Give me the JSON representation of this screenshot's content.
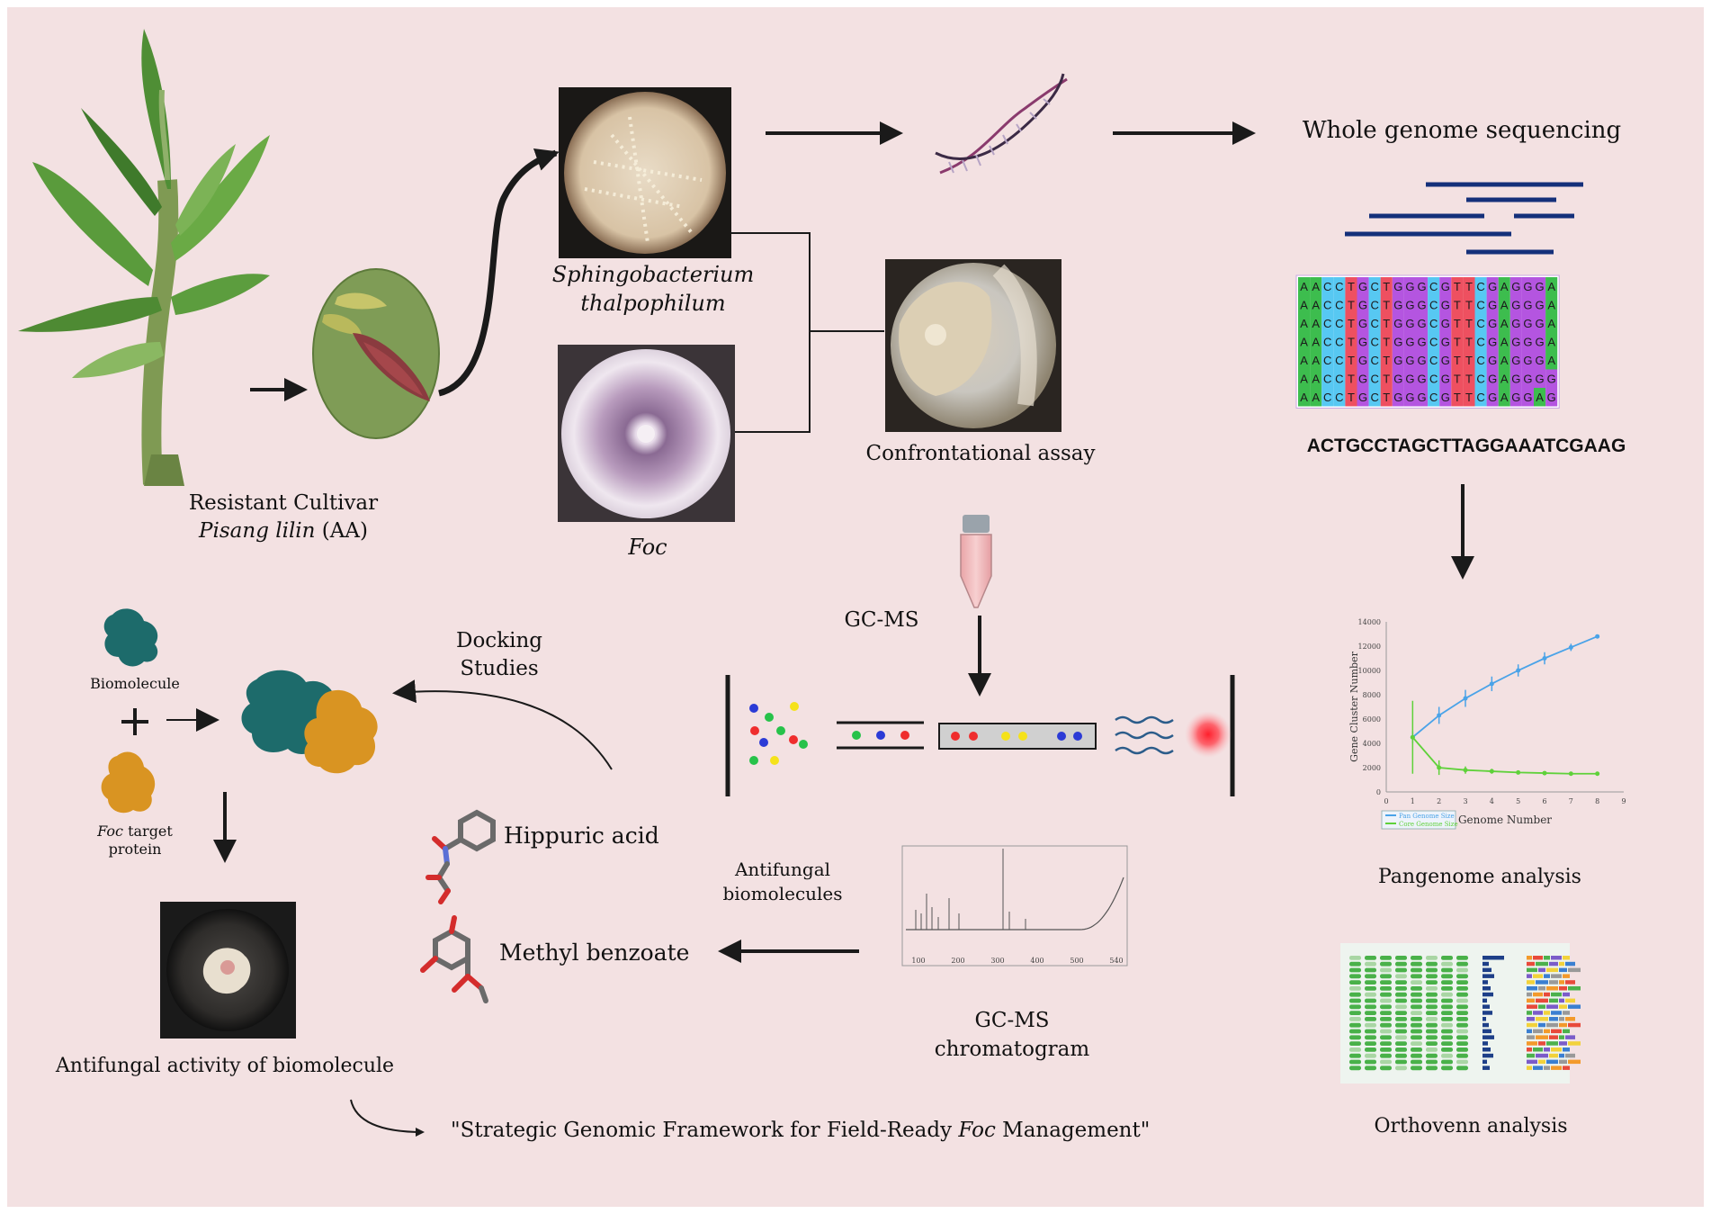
{
  "cultivar": {
    "line1": "Resistant Cultivar",
    "name_italic": "Pisang lilin",
    "name_suffix": " (AA)"
  },
  "bacterium": {
    "line1": "Sphingobacterium",
    "line2": "thalpophilum"
  },
  "foc_label": "Foc",
  "confrontational_label": "Confrontational assay",
  "wgs_title": "Whole genome sequencing",
  "sequence_rows": [
    "AACCTGCTGGGCGTTCGAGGGA",
    "AACCTGCTGGGCGTTCGAGGGA",
    "AACCTGCTGGGCGTTCGAGGGA",
    "AACCTGCTGGGCGTTCGAGGGA",
    "AACCTGCTGGGCGTTCGAGGGA",
    "AACCTGCTGGGCGTTCGAGGGG",
    "AACCTGCTGGGCGTTCGAGGAG"
  ],
  "consensus_sequence": "ACTGCCTAGCTTAGGAAATCGAAG",
  "gcms_label": "GC-MS",
  "docking": {
    "line1": "Docking",
    "line2": "Studies"
  },
  "biomolecule_label": "Biomolecule",
  "foc_target": {
    "italic": "Foc",
    "rest": " target",
    "line2": "protein"
  },
  "compounds": [
    "Hippuric acid",
    "Methyl benzoate"
  ],
  "antifungal_biomolecules": {
    "line1": "Antifungal",
    "line2": "biomolecules"
  },
  "chromatogram": {
    "line1": "GC-MS",
    "line2": "chromatogram",
    "x_ticks": [
      "100",
      "200",
      "300",
      "400",
      "500",
      "540"
    ]
  },
  "antifungal_activity_label": "Antifungal activity of biomolecule",
  "conclusion": {
    "before": "\"Strategic Genomic Framework for Field-Ready ",
    "italic": "Foc",
    "after": " Management\""
  },
  "pangenome_label": "Pangenome analysis",
  "orthovenn_label": "Orthovenn analysis",
  "colors": {
    "background": "#f3e1e2",
    "arrow": "#1a1a1a",
    "read_line": "#14307a",
    "teal_protein": "#1d6b6b",
    "orange_protein": "#d99422",
    "pan_line": "#4aa3e8",
    "core_line": "#5fd13a",
    "base_A": "#3dbd4e",
    "base_C": "#57c8f2",
    "base_G": "#b455e0",
    "base_T": "#ee5060"
  },
  "chart_data": {
    "type": "line",
    "xlabel": "Genome Number",
    "ylabel": "Gene Cluster Number",
    "x_ticks": [
      0,
      1,
      2,
      3,
      4,
      5,
      6,
      7,
      8,
      9
    ],
    "y_ticks": [
      0,
      2000,
      4000,
      6000,
      8000,
      10000,
      12000,
      14000
    ],
    "xlim": [
      0,
      9
    ],
    "ylim": [
      0,
      14000
    ],
    "series": [
      {
        "name": "Pan Genome Size",
        "x": [
          1,
          2,
          3,
          4,
          5,
          6,
          7,
          8
        ],
        "values": [
          4500,
          6300,
          7700,
          8900,
          10000,
          11000,
          11900,
          12800
        ],
        "err": [
          500,
          700,
          700,
          600,
          500,
          500,
          300,
          0
        ]
      },
      {
        "name": "Core Genome Size",
        "x": [
          1,
          2,
          3,
          4,
          5,
          6,
          7,
          8
        ],
        "values": [
          4500,
          2000,
          1800,
          1700,
          1600,
          1550,
          1500,
          1500
        ],
        "err": [
          3000,
          600,
          300,
          200,
          150,
          100,
          80,
          0
        ]
      }
    ]
  }
}
